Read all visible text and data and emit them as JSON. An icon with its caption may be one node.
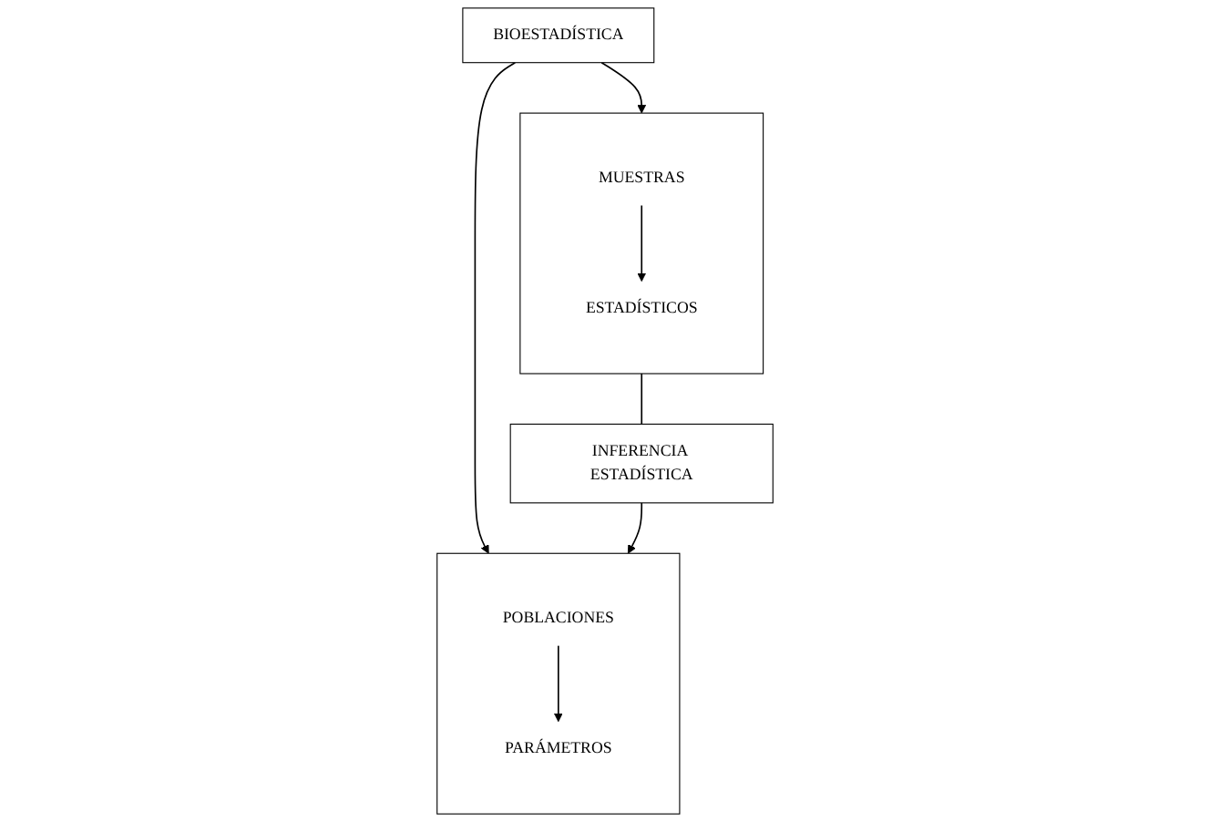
{
  "diagram": {
    "nodes": [
      {
        "text": [
          "BIOESTADÍSTICA"
        ]
      },
      {
        "text": [],
        "shape": "box"
      },
      {
        "text": [
          "MUESTRAS"
        ],
        "in": 1
      },
      {
        "text": [
          "ESTADÍSTICOS"
        ],
        "in": 1
      },
      {
        "text": [],
        "shape": "box"
      },
      {
        "text": [
          "POBLACIONES"
        ],
        "in": 4
      },
      {
        "text": [
          "PARÁMETROS"
        ],
        "in": 4
      },
      {
        "text": [
          "INFERENCIA ESTADÍSTICA"
        ]
      }
    ],
    "edges": [
      {
        "from": 0,
        "to": 1,
        "arrow": "to"
      },
      {
        "from": 0,
        "to": 4,
        "arrow": "to"
      },
      {
        "from": 2,
        "to": 3,
        "arrow": "to"
      },
      {
        "from": 5,
        "to": 6,
        "arrow": "to"
      },
      {
        "from": 1,
        "to": 7,
        "arrow": "none"
      },
      {
        "from": 7,
        "to": 4,
        "arrow": "to"
      }
    ]
  }
}
